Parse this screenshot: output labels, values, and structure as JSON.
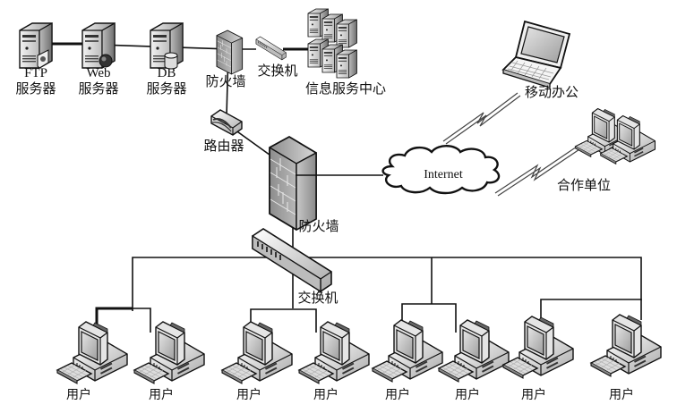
{
  "diagram": {
    "type": "network-topology",
    "nodes": {
      "ftp_server": {
        "label_line1": "FTP",
        "label_line2": "服务器",
        "icon": "server-ftp-icon"
      },
      "web_server": {
        "label_line1": "Web",
        "label_line2": "服务器",
        "icon": "server-web-icon"
      },
      "db_server": {
        "label_line1": "DB",
        "label_line2": "服务器",
        "icon": "server-db-icon"
      },
      "top_firewall": {
        "label": "防火墙",
        "icon": "firewall-icon"
      },
      "top_switch": {
        "label": "交换机",
        "icon": "switch-icon"
      },
      "info_center": {
        "label": "信息服务中心",
        "icon": "server-rack-icon"
      },
      "router": {
        "label": "路由器",
        "icon": "router-icon"
      },
      "main_firewall": {
        "label": "防火墙",
        "icon": "firewall-icon"
      },
      "internet": {
        "label": "Internet",
        "icon": "cloud-icon"
      },
      "mobile_office": {
        "label": "移动办公",
        "icon": "laptop-icon"
      },
      "partner": {
        "label": "合作单位",
        "icon": "workstation-icon"
      },
      "main_switch": {
        "label": "交换机",
        "icon": "switch-icon"
      },
      "users": [
        {
          "label": "用户"
        },
        {
          "label": "用户"
        },
        {
          "label": "用户"
        },
        {
          "label": "用户"
        },
        {
          "label": "用户"
        },
        {
          "label": "用户"
        },
        {
          "label": "用户"
        },
        {
          "label": "用户"
        }
      ]
    },
    "connections": [
      [
        "ftp_server",
        "web_server"
      ],
      [
        "web_server",
        "top_firewall"
      ],
      [
        "top_firewall",
        "top_switch"
      ],
      [
        "top_switch",
        "info_center"
      ],
      [
        "top_firewall",
        "router"
      ],
      [
        "router",
        "main_firewall"
      ],
      [
        "main_firewall",
        "internet"
      ],
      [
        "main_firewall",
        "main_switch"
      ],
      [
        "internet",
        "mobile_office",
        "wireless"
      ],
      [
        "internet",
        "partner",
        "wireless"
      ],
      [
        "main_switch",
        "users"
      ]
    ]
  }
}
